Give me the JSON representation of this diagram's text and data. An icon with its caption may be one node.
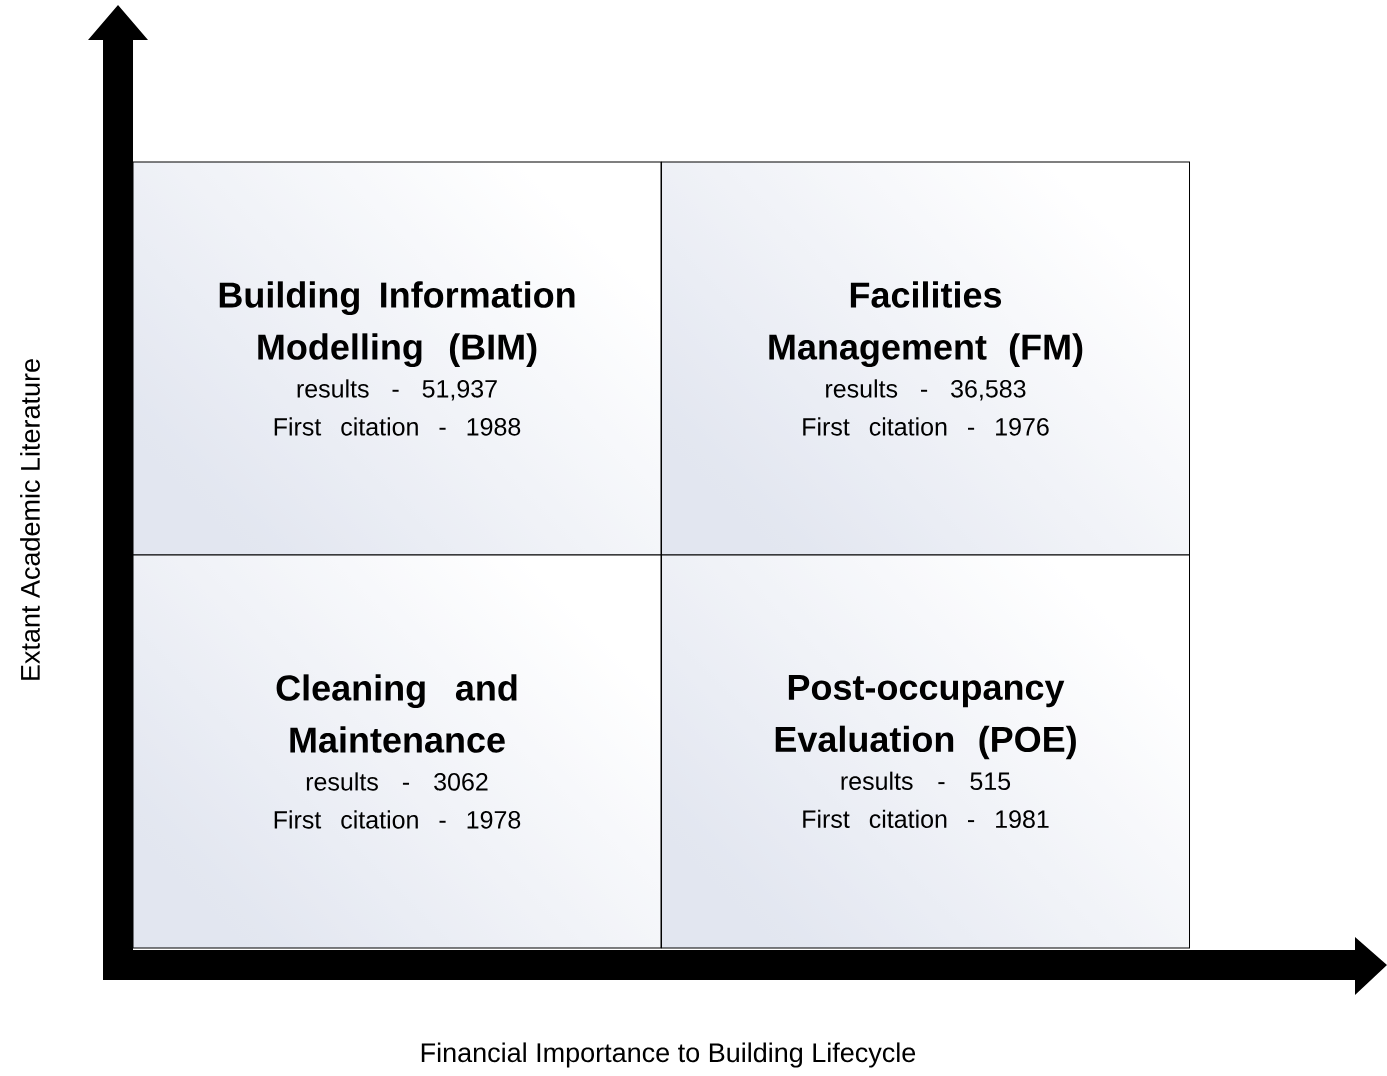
{
  "diagram": {
    "nodes": [
      {
        "text": [
          "Building Information Modelling (BIM)",
          "results - 51,937",
          "First citation - 1988"
        ]
      },
      {
        "text": [
          "Facilities Management (FM)",
          "results - 36,583",
          "First citation - 1976"
        ]
      },
      {
        "text": [
          "Cleaning and Maintenance",
          "results - 3062",
          "First citation - 1978"
        ]
      },
      {
        "text": [
          "Post-occupancy Evaluation (POE)",
          "results - 515",
          "First citation - 1981"
        ]
      }
    ],
    "labels": [
      "Extant Academic Literature",
      "Financial Importance to Building Lifecycle"
    ]
  }
}
